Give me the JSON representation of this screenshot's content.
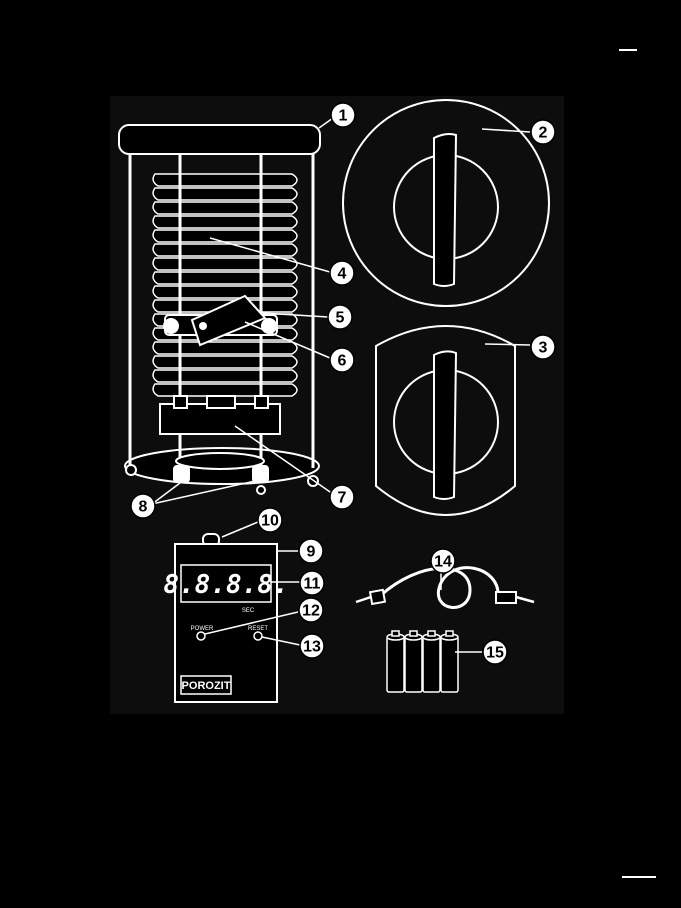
{
  "device": {
    "display_digits": "8.8.8.8.",
    "unit_label": "SEC",
    "power_label": "POWER",
    "reset_label": "RESET",
    "brand": "POROZIT"
  },
  "callouts": [
    {
      "id": "1",
      "label": "1"
    },
    {
      "id": "2",
      "label": "2"
    },
    {
      "id": "3",
      "label": "3"
    },
    {
      "id": "4",
      "label": "4"
    },
    {
      "id": "5",
      "label": "5"
    },
    {
      "id": "6",
      "label": "6"
    },
    {
      "id": "7",
      "label": "7"
    },
    {
      "id": "8",
      "label": "8"
    },
    {
      "id": "9",
      "label": "9"
    },
    {
      "id": "10",
      "label": "10"
    },
    {
      "id": "11",
      "label": "11"
    },
    {
      "id": "12",
      "label": "12"
    },
    {
      "id": "13",
      "label": "13"
    },
    {
      "id": "14",
      "label": "14"
    },
    {
      "id": "15",
      "label": "15"
    }
  ],
  "colors": {
    "background": "#000000",
    "line": "#ffffff",
    "panel": "#0d0d0d"
  }
}
